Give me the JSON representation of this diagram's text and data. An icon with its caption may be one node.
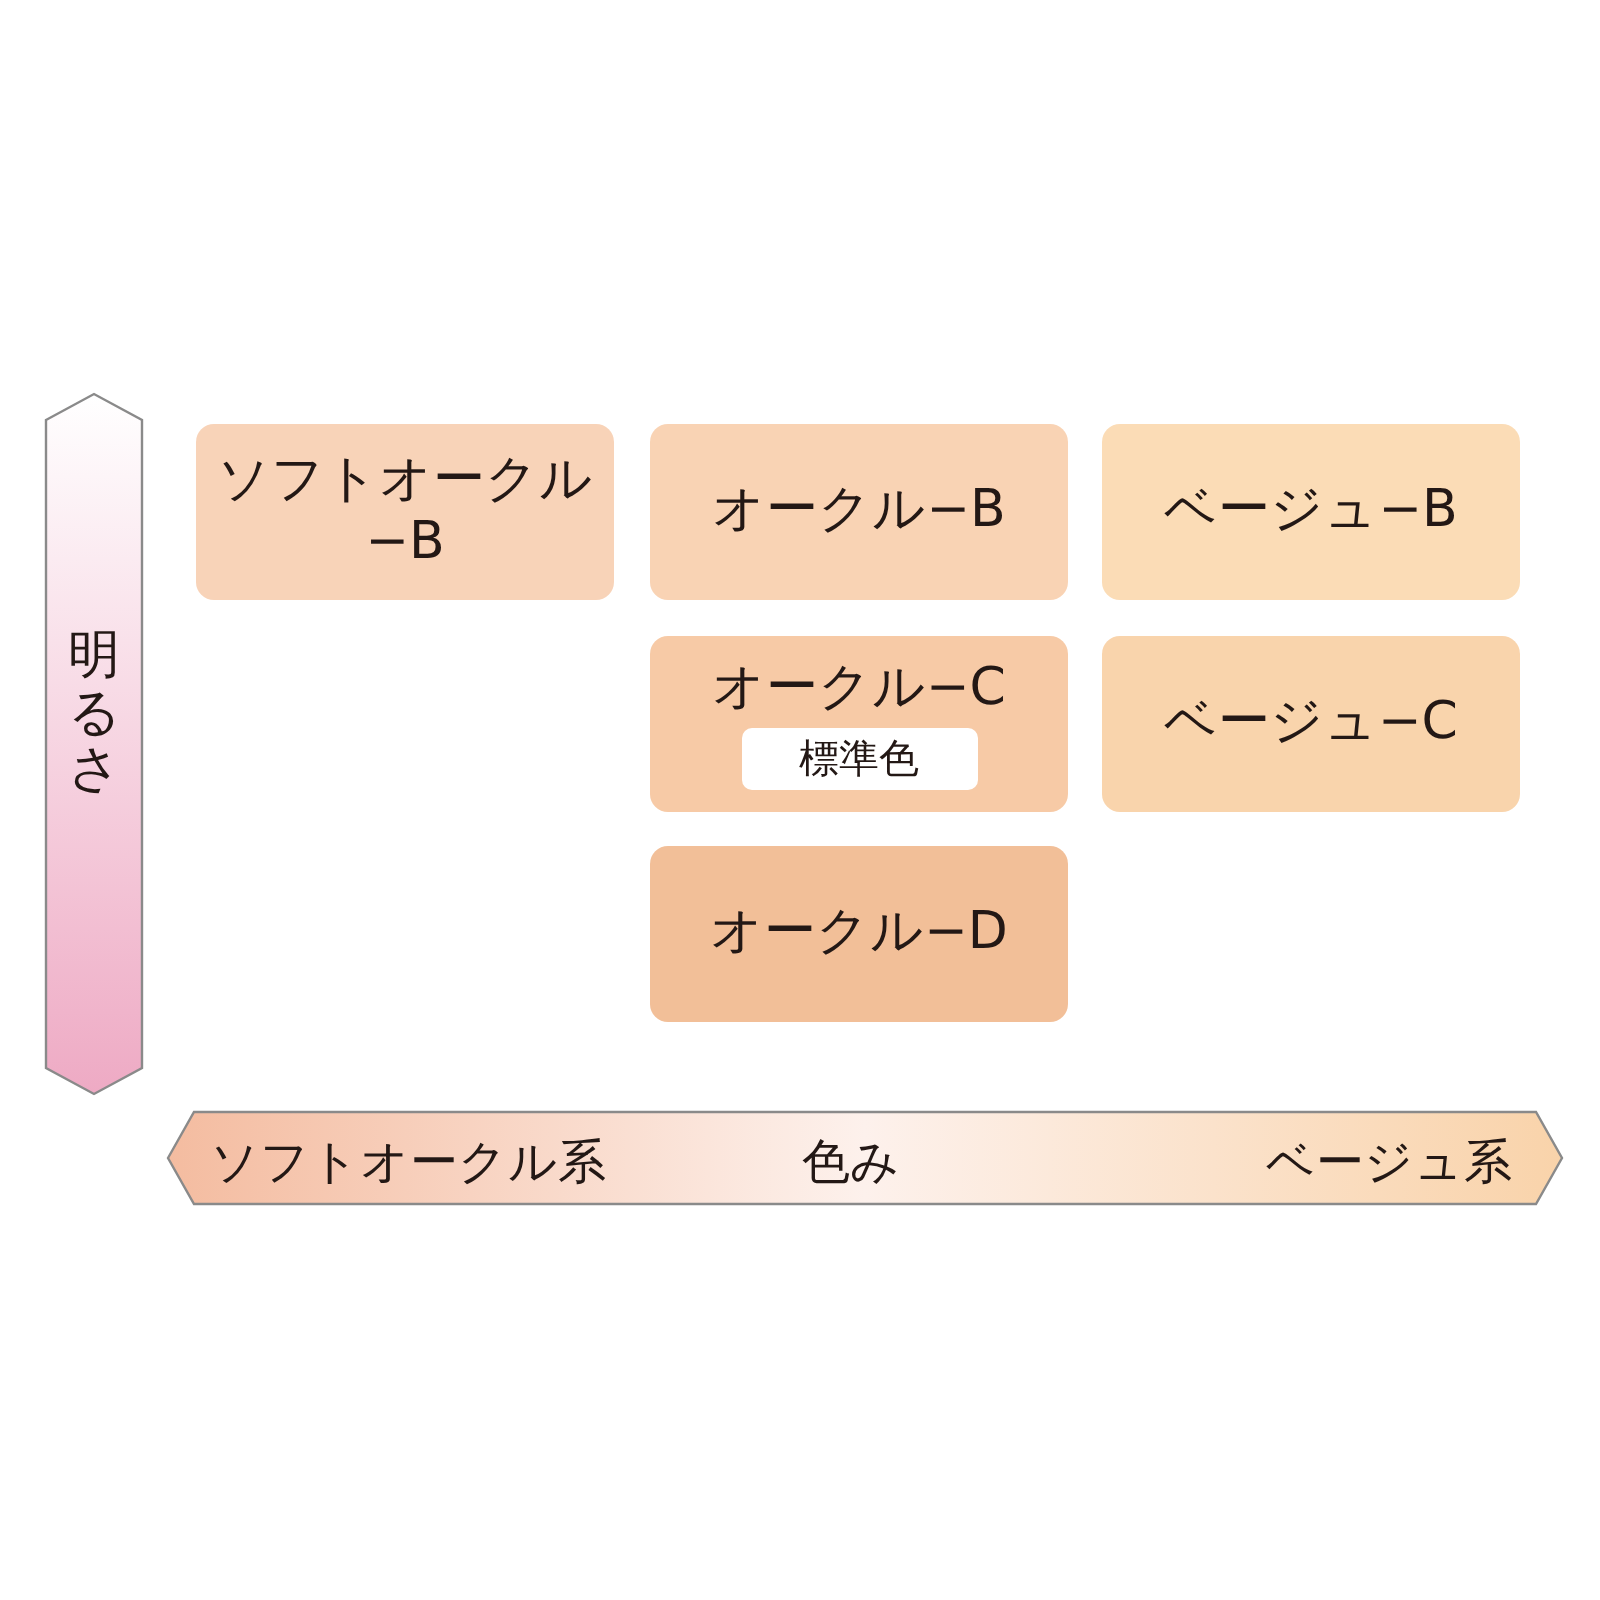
{
  "diagram": {
    "nodes": [
      {
        "text": [
          "ソフトオークル−B"
        ]
      },
      {
        "text": [
          "オークル−B"
        ]
      },
      {
        "text": [
          "ベージュ−B"
        ]
      },
      {
        "text": [
          "オークル−C"
        ]
      },
      {
        "text": [
          "標準色"
        ],
        "in": 3
      },
      {
        "text": [
          "ベージュ−C"
        ]
      },
      {
        "text": [
          "オークル−D"
        ]
      },
      {
        "text": [
          "明るさ"
        ]
      },
      {
        "text": [
          "ソフトオークル系",
          "色み",
          "ベージュ系"
        ]
      }
    ]
  }
}
